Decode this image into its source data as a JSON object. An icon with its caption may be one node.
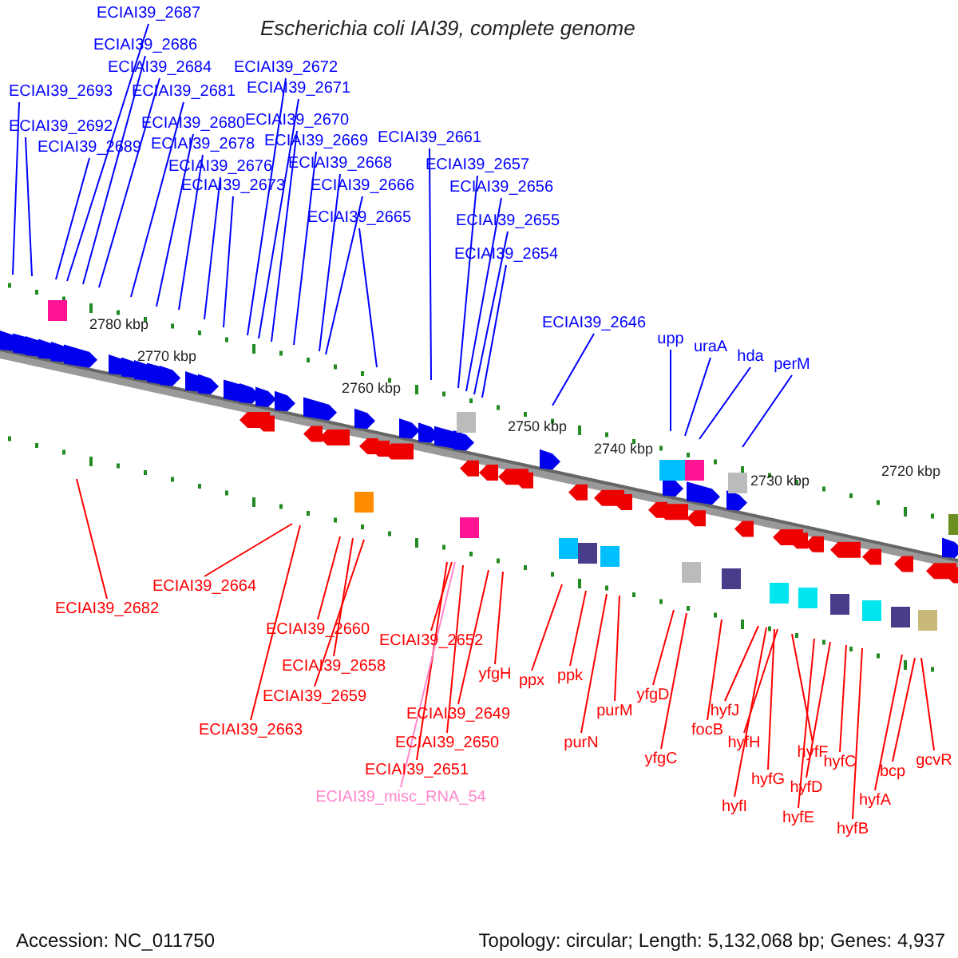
{
  "diagram": {
    "title": "Escherichia coli IAI39, complete genome",
    "nodes": [
      {
        "text": [
          "ECIAI39_2687"
        ]
      },
      {
        "text": [
          "ECIAI39_2686"
        ]
      },
      {
        "text": [
          "ECIAI39_2684"
        ]
      },
      {
        "text": [
          "ECIAI39_2693"
        ]
      },
      {
        "text": [
          "ECIAI39_2681"
        ]
      },
      {
        "text": [
          "ECIAI39_2692"
        ]
      },
      {
        "text": [
          "ECIAI39_2680"
        ]
      },
      {
        "text": [
          "ECIAI39_2689"
        ]
      },
      {
        "text": [
          "ECIAI39_2678"
        ]
      },
      {
        "text": [
          "ECIAI39_2676"
        ]
      },
      {
        "text": [
          "ECIAI39_2673"
        ]
      },
      {
        "text": [
          "ECIAI39_2672"
        ]
      },
      {
        "text": [
          "ECIAI39_2671"
        ]
      },
      {
        "text": [
          "ECIAI39_2670"
        ]
      },
      {
        "text": [
          "ECIAI39_2669"
        ]
      },
      {
        "text": [
          "ECIAI39_2668"
        ]
      },
      {
        "text": [
          "ECIAI39_2666"
        ]
      },
      {
        "text": [
          "ECIAI39_2665"
        ]
      },
      {
        "text": [
          "ECIAI39_2661"
        ]
      },
      {
        "text": [
          "ECIAI39_2657"
        ]
      },
      {
        "text": [
          "ECIAI39_2656"
        ]
      },
      {
        "text": [
          "ECIAI39_2655"
        ]
      },
      {
        "text": [
          "ECIAI39_2654"
        ]
      },
      {
        "text": [
          "ECIAI39_2646"
        ]
      },
      {
        "text": [
          "upp"
        ]
      },
      {
        "text": [
          "uraA"
        ]
      },
      {
        "text": [
          "hda"
        ]
      },
      {
        "text": [
          "perM"
        ]
      },
      {
        "text": [
          "ECIAI39_2682"
        ]
      },
      {
        "text": [
          "ECIAI39_2664"
        ]
      },
      {
        "text": [
          "ECIAI39_2660"
        ]
      },
      {
        "text": [
          "ECIAI39_2658"
        ]
      },
      {
        "text": [
          "ECIAI39_2659"
        ]
      },
      {
        "text": [
          "ECIAI39_2663"
        ]
      },
      {
        "text": [
          "ECIAI39_2652"
        ]
      },
      {
        "text": [
          "yfgH"
        ]
      },
      {
        "text": [
          "ECIAI39_2649"
        ]
      },
      {
        "text": [
          "ECIAI39_2650"
        ]
      },
      {
        "text": [
          "ECIAI39_2651"
        ]
      },
      {
        "text": [
          "ECIAI39_misc_RNA_54"
        ]
      },
      {
        "text": [
          "ppx"
        ]
      },
      {
        "text": [
          "ppk"
        ]
      },
      {
        "text": [
          "purM"
        ]
      },
      {
        "text": [
          "purN"
        ]
      },
      {
        "text": [
          "yfgD"
        ]
      },
      {
        "text": [
          "yfgC"
        ]
      },
      {
        "text": [
          "focB"
        ]
      },
      {
        "text": [
          "hyfJ"
        ]
      },
      {
        "text": [
          "hyfH"
        ]
      },
      {
        "text": [
          "hyfI"
        ]
      },
      {
        "text": [
          "hyfG"
        ]
      },
      {
        "text": [
          "hyfF"
        ]
      },
      {
        "text": [
          "hyfE"
        ]
      },
      {
        "text": [
          "hyfD"
        ]
      },
      {
        "text": [
          "hyfC"
        ]
      },
      {
        "text": [
          "hyfB"
        ]
      },
      {
        "text": [
          "hyfA"
        ]
      },
      {
        "text": [
          "bcp"
        ]
      },
      {
        "text": [
          "gcvR"
        ]
      }
    ],
    "edges": [
      {
        "from": 0,
        "to": null,
        "arrow": "none",
        "color": "#0000ff"
      },
      {
        "from": 1,
        "to": null,
        "arrow": "none",
        "color": "#0000ff"
      },
      {
        "from": 2,
        "to": null,
        "arrow": "none",
        "color": "#0000ff"
      },
      {
        "from": 3,
        "to": null,
        "arrow": "none",
        "color": "#0000ff"
      },
      {
        "from": 4,
        "to": null,
        "arrow": "none",
        "color": "#0000ff"
      },
      {
        "from": 5,
        "to": null,
        "arrow": "none",
        "color": "#0000ff"
      },
      {
        "from": 6,
        "to": null,
        "arrow": "none",
        "color": "#0000ff"
      },
      {
        "from": 7,
        "to": null,
        "arrow": "none",
        "color": "#0000ff"
      },
      {
        "from": 8,
        "to": null,
        "arrow": "none",
        "color": "#0000ff"
      },
      {
        "from": 9,
        "to": null,
        "arrow": "none",
        "color": "#0000ff"
      },
      {
        "from": 10,
        "to": null,
        "arrow": "none",
        "color": "#0000ff"
      },
      {
        "from": 11,
        "to": null,
        "arrow": "none",
        "color": "#0000ff"
      },
      {
        "from": 12,
        "to": null,
        "arrow": "none",
        "color": "#0000ff"
      },
      {
        "from": 13,
        "to": null,
        "arrow": "none",
        "color": "#0000ff"
      },
      {
        "from": 14,
        "to": null,
        "arrow": "none",
        "color": "#0000ff"
      },
      {
        "from": 15,
        "to": null,
        "arrow": "none",
        "color": "#0000ff"
      },
      {
        "from": 16,
        "to": null,
        "arrow": "none",
        "color": "#0000ff"
      },
      {
        "from": 17,
        "to": null,
        "arrow": "none",
        "color": "#0000ff"
      },
      {
        "from": 18,
        "to": null,
        "arrow": "none",
        "color": "#0000ff"
      },
      {
        "from": 19,
        "to": null,
        "arrow": "none",
        "color": "#0000ff"
      },
      {
        "from": 20,
        "to": null,
        "arrow": "none",
        "color": "#0000ff"
      },
      {
        "from": 21,
        "to": null,
        "arrow": "none",
        "color": "#0000ff"
      },
      {
        "from": 22,
        "to": null,
        "arrow": "none",
        "color": "#0000ff"
      },
      {
        "from": 23,
        "to": null,
        "arrow": "none",
        "color": "#0000ff"
      },
      {
        "from": 24,
        "to": null,
        "arrow": "none",
        "color": "#0000ff"
      },
      {
        "from": 25,
        "to": null,
        "arrow": "none",
        "color": "#0000ff"
      },
      {
        "from": 26,
        "to": null,
        "arrow": "none",
        "color": "#0000ff"
      },
      {
        "from": 27,
        "to": null,
        "arrow": "none",
        "color": "#0000ff"
      },
      {
        "from": 28,
        "to": null,
        "arrow": "none"
      },
      {
        "from": 29,
        "to": null,
        "arrow": "none"
      },
      {
        "from": 30,
        "to": null,
        "arrow": "none"
      },
      {
        "from": 31,
        "to": null,
        "arrow": "none"
      },
      {
        "from": 32,
        "to": null,
        "arrow": "none"
      },
      {
        "from": 33,
        "to": null,
        "arrow": "none"
      },
      {
        "from": 34,
        "to": null,
        "arrow": "none"
      },
      {
        "from": 35,
        "to": null,
        "arrow": "none"
      },
      {
        "from": 36,
        "to": null,
        "arrow": "none"
      },
      {
        "from": 37,
        "to": null,
        "arrow": "none"
      },
      {
        "from": 38,
        "to": null,
        "arrow": "none"
      },
      {
        "from": 39,
        "to": null,
        "arrow": "none",
        "color": "#ff88cc"
      },
      {
        "from": 40,
        "to": null,
        "arrow": "none"
      },
      {
        "from": 41,
        "to": null,
        "arrow": "none"
      },
      {
        "from": 42,
        "to": null,
        "arrow": "none"
      },
      {
        "from": 43,
        "to": null,
        "arrow": "none"
      },
      {
        "from": 44,
        "to": null,
        "arrow": "none"
      },
      {
        "from": 45,
        "to": null,
        "arrow": "none"
      },
      {
        "from": 46,
        "to": null,
        "arrow": "none"
      },
      {
        "from": 47,
        "to": null,
        "arrow": "none"
      },
      {
        "from": 48,
        "to": null,
        "arrow": "none"
      },
      {
        "from": 49,
        "to": null,
        "arrow": "none"
      },
      {
        "from": 50,
        "to": null,
        "arrow": "none"
      },
      {
        "from": 51,
        "to": null,
        "arrow": "none"
      },
      {
        "from": 52,
        "to": null,
        "arrow": "none"
      },
      {
        "from": 53,
        "to": null,
        "arrow": "none"
      },
      {
        "from": 54,
        "to": null,
        "arrow": "none"
      },
      {
        "from": 55,
        "to": null,
        "arrow": "none"
      },
      {
        "from": 56,
        "to": null,
        "arrow": "none"
      },
      {
        "from": 57,
        "to": null,
        "arrow": "none"
      },
      {
        "from": 58,
        "to": null,
        "arrow": "none"
      }
    ],
    "labels": [
      "2780 kbp",
      "2770 kbp",
      "2760 kbp",
      "2750 kbp",
      "2740 kbp",
      "2730 kbp",
      "2720 kbp",
      "Accession: NC_011750",
      "Topology: circular; Length: 5,132,068 bp; Genes: 4,937"
    ]
  }
}
